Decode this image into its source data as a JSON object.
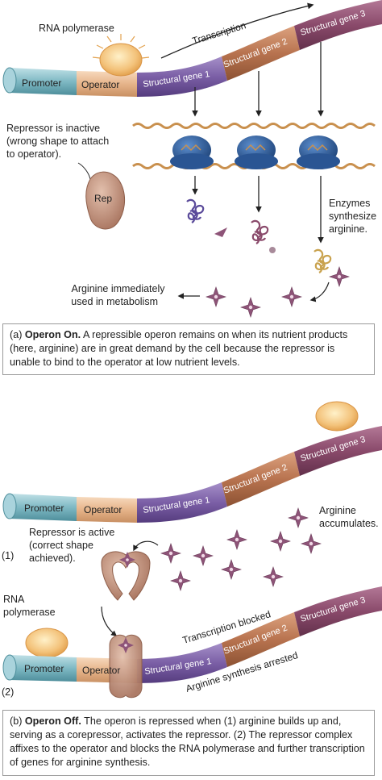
{
  "panel_a": {
    "labels": {
      "rna_polymerase": "RNA polymerase",
      "transcription": "Transcription",
      "promoter": "Promoter",
      "operator": "Operator",
      "gene1": "Structural gene 1",
      "gene2": "Structural gene 2",
      "gene3": "Structural gene 3",
      "repressor_inactive": [
        "Repressor is inactive",
        "(wrong shape to attach",
        "to operator)."
      ],
      "rep": "Rep",
      "enzymes": [
        "Enzymes",
        "synthesize",
        "arginine."
      ],
      "arginine_used": [
        "Arginine immediately",
        "used in metabolism"
      ]
    },
    "caption": {
      "prefix": "(a) ",
      "bold": "Operon On.",
      "text": " A repressible operon remains on when its nutrient products (here, arginine) are in great demand by the cell because the repressor is unable to bind to the operator at low nutrient levels."
    }
  },
  "panel_b": {
    "labels": {
      "promoter": "Promoter",
      "operator": "Operator",
      "gene1": "Structural gene 1",
      "gene2": "Structural gene 2",
      "gene3": "Structural gene 3",
      "arginine_accumulates": [
        "Arginine",
        "accumulates."
      ],
      "repressor_active": [
        "Repressor is active",
        "(correct shape",
        "achieved)."
      ],
      "step1": "(1)",
      "step2": "(2)",
      "rna_polymerase": [
        "RNA",
        "polymerase"
      ],
      "transcription_blocked": "Transcription blocked",
      "synthesis_arrested": "Arginine synthesis arrested"
    },
    "caption": {
      "prefix": "(b) ",
      "bold": "Operon Off.",
      "text": " The operon is repressed when (1) arginine builds up and, serving as a corepressor, activates the repressor. (2) The repressor complex affixes to the operator and blocks the RNA polymerase and further transcription of genes for arginine synthesis."
    }
  },
  "colors": {
    "promoter": "#7fb9c4",
    "operator": "#e6b48a",
    "gene1": "#7b5fa6",
    "gene2": "#b8734f",
    "gene3": "#8a4a6b",
    "repressor": "#c79a84",
    "ribosome": "#2f5f9e",
    "mrna": "#c9904e",
    "arginine": "#8e5478"
  }
}
